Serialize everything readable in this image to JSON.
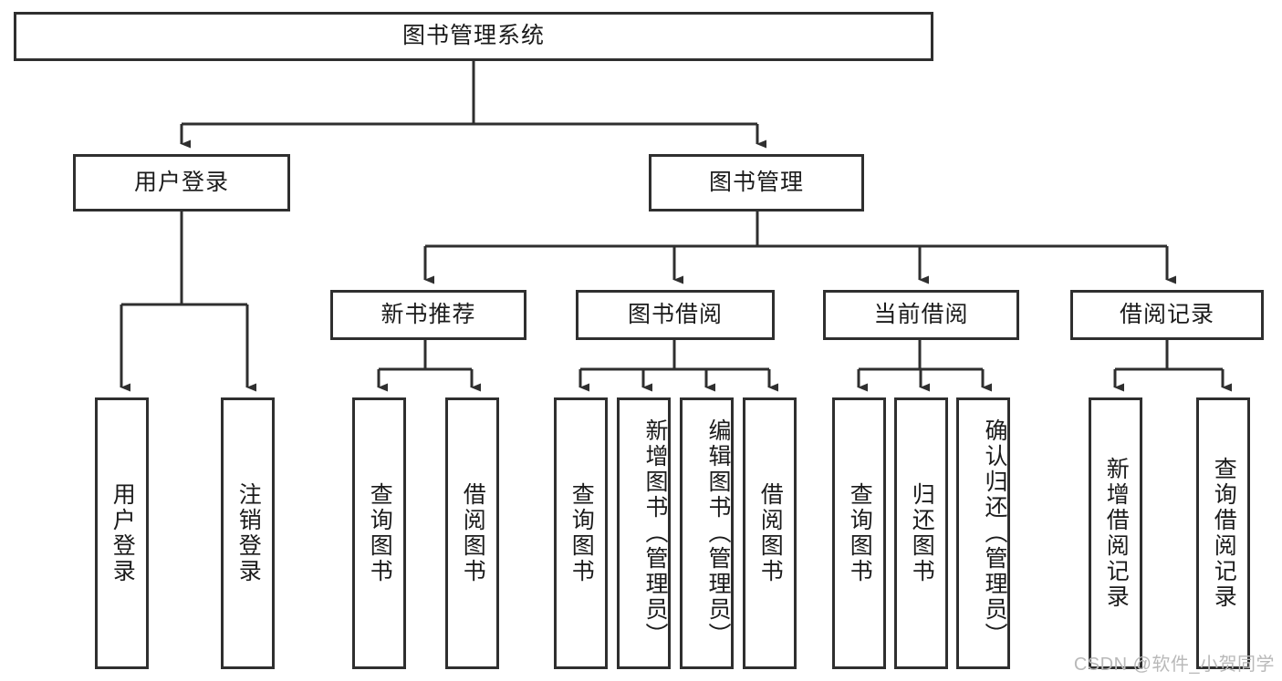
{
  "diagram": {
    "title": "图书管理系统",
    "type": "tree",
    "watermark": "CSDN @软件_小贺同学",
    "colors": {
      "box_border": "#2f2f2f",
      "box_fill": "#ffffff",
      "connector": "#2f2f2f",
      "text": "#1b1b1b",
      "watermark": "#b9b9b9"
    },
    "levels": {
      "level1": [
        "图书管理系统"
      ],
      "level2": [
        "用户登录",
        "图书管理"
      ],
      "level3": [
        "新书推荐",
        "图书借阅",
        "当前借阅",
        "借阅记录"
      ],
      "level4": [
        "用户登录",
        "注销登录",
        "查询图书",
        "借阅图书",
        "查询图书",
        "新增图书（管理员）",
        "编辑图书（管理员）",
        "借阅图书",
        "查询图书",
        "归还图书",
        "确认归还（管理员）",
        "新增借阅记录",
        "查询借阅记录"
      ]
    },
    "nodes": {
      "root": {
        "label": "图书管理系统"
      },
      "user_login": {
        "label": "用户登录"
      },
      "book_manage": {
        "label": "图书管理"
      },
      "new_book_rec": {
        "label": "新书推荐"
      },
      "book_borrow": {
        "label": "图书借阅"
      },
      "current_borrow": {
        "label": "当前借阅"
      },
      "borrow_record": {
        "label": "借阅记录"
      },
      "leaf_user_login": {
        "label": "用户登录"
      },
      "leaf_logout": {
        "label": "注销登录"
      },
      "leaf_query_book_a": {
        "label": "查询图书"
      },
      "leaf_borrow_book_a": {
        "label": "借阅图书"
      },
      "leaf_query_book_b": {
        "label": "查询图书"
      },
      "leaf_add_book": {
        "label": "新增图书（管理员）"
      },
      "leaf_edit_book": {
        "label": "编辑图书（管理员）"
      },
      "leaf_borrow_book_b": {
        "label": "借阅图书"
      },
      "leaf_query_book_c": {
        "label": "查询图书"
      },
      "leaf_return_book": {
        "label": "归还图书"
      },
      "leaf_confirm_return": {
        "label": "确认归还（管理员）"
      },
      "leaf_add_record": {
        "label": "新增借阅记录"
      },
      "leaf_query_record": {
        "label": "查询借阅记录"
      }
    }
  }
}
